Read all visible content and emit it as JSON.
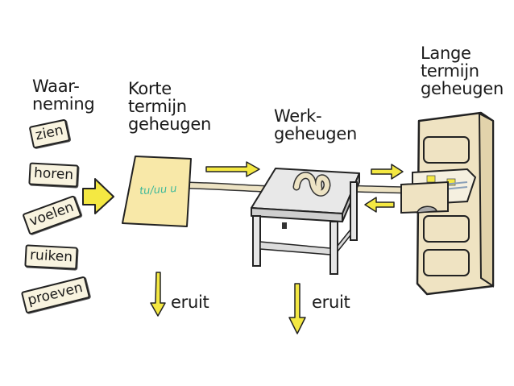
{
  "diagram": {
    "title_perception": "Waar-\nneming",
    "senses": [
      "zien",
      "horen",
      "voelen",
      "ruiken",
      "proeven"
    ],
    "short_term": {
      "label": "Korte\ntermijn\ngeheugen",
      "note_scribble": "tu/uu u"
    },
    "working": {
      "label": "Werk-\ngeheugen"
    },
    "long_term": {
      "label": "Lange\ntermijn\ngeheugen"
    },
    "out_labels": [
      "eruit",
      "eruit"
    ],
    "colors": {
      "arrow_fill": "#f4e842",
      "note_paper": "#f8e8a8",
      "rope": "#ede3c4",
      "cabinet": "#efe3c2",
      "table_top": "#e8e8e8",
      "scribble": "#3cb89a"
    }
  }
}
